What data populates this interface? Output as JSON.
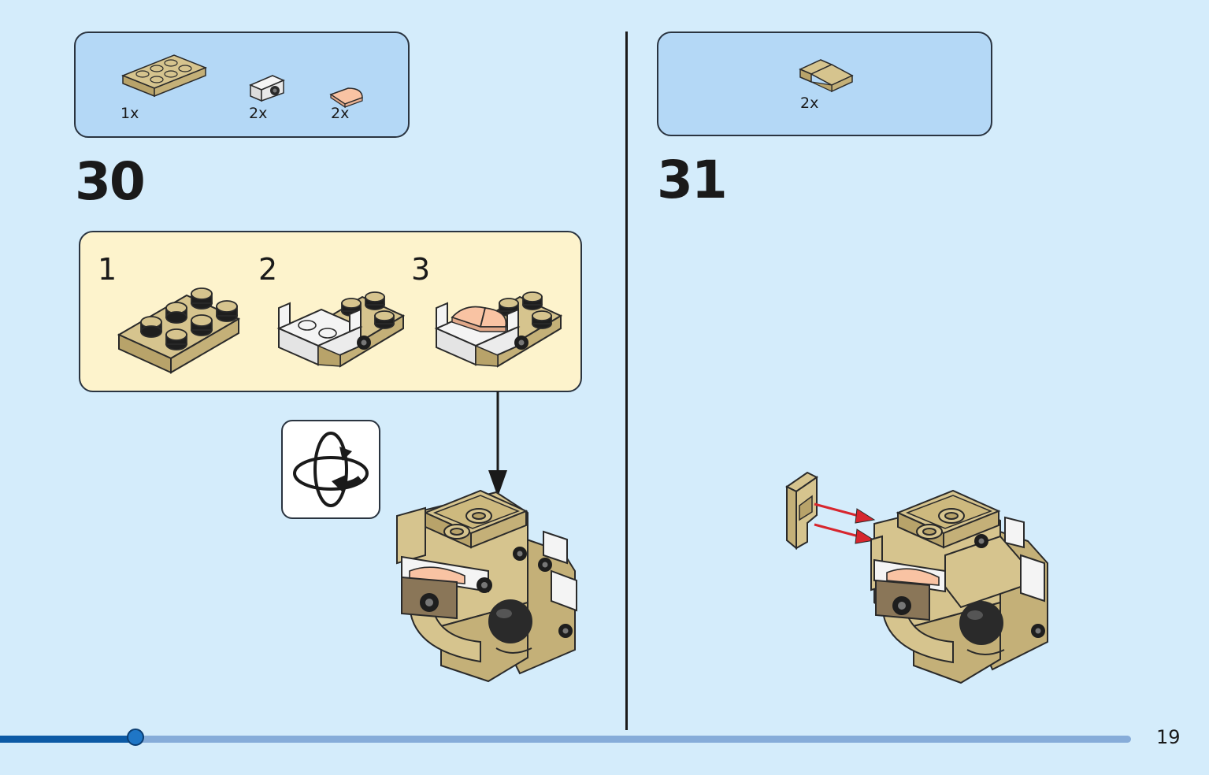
{
  "page_number": "19",
  "progress": {
    "fraction": 0.12,
    "fill_color": "#0c5aa5",
    "track_color": "#86acd9"
  },
  "colors": {
    "background": "#d4ecfb",
    "parts_box": "#b4d8f6",
    "sub_step_box": "#fdf3cc",
    "tan_brick": "#d6c48e",
    "tan_dark": "#b8a36a",
    "white_brick": "#f4f4f4",
    "flesh_tile": "#f9c3a3",
    "arrow_red": "#d7262e"
  },
  "step30": {
    "number": "30",
    "parts": [
      {
        "icon": "tan-plate-2x3-icon",
        "qty": "1x"
      },
      {
        "icon": "white-bracket-icon",
        "qty": "2x"
      },
      {
        "icon": "flesh-quarter-tile-icon",
        "qty": "2x"
      }
    ],
    "sub_steps": [
      {
        "num": "1",
        "icon": "tan-plate-2x3-icon"
      },
      {
        "num": "2",
        "icon": "plate-with-white-brackets-icon"
      },
      {
        "num": "3",
        "icon": "plate-with-flesh-tiles-icon"
      }
    ],
    "rotate_icon": "rotate-model-icon",
    "model_icon": "tan-head-model-icon"
  },
  "step31": {
    "number": "31",
    "parts": [
      {
        "icon": "tan-slope-icon",
        "qty": "2x"
      }
    ],
    "model_icon": "tan-head-model-icon"
  }
}
